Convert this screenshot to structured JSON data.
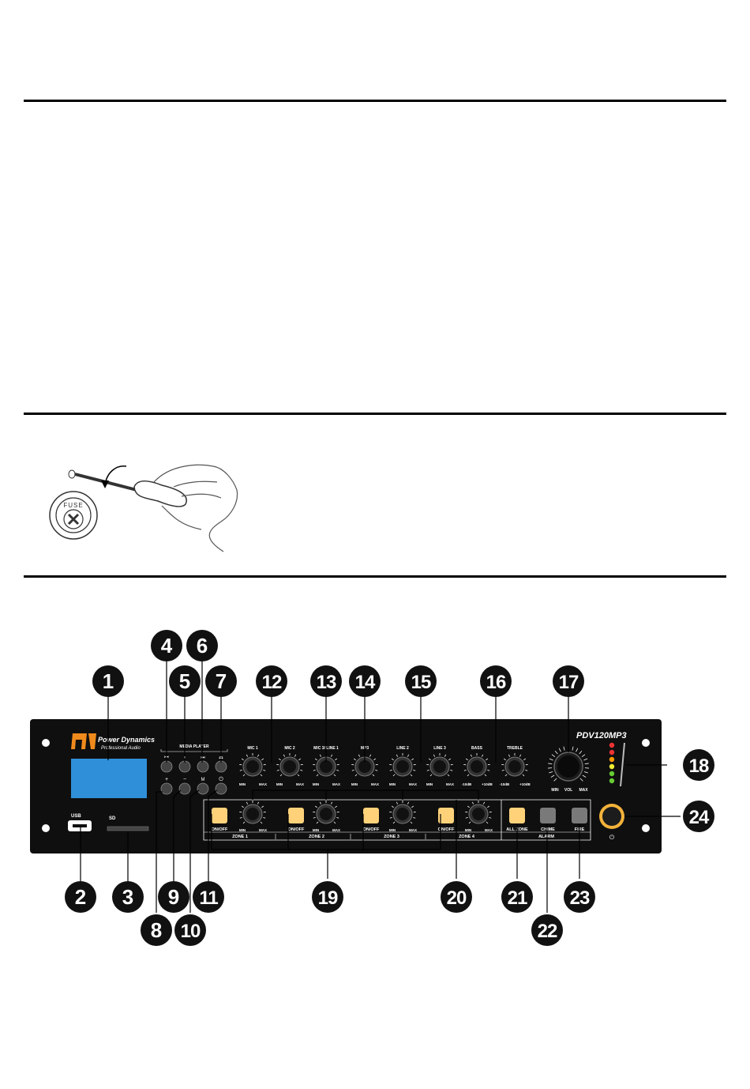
{
  "panel": {
    "brand_line1": "Power Dynamics",
    "brand_line2": "Professional Audio",
    "model": "PDV120MP3",
    "usb_label": "USB",
    "sd_label": "SD",
    "player_label": "MEDIA PLAYER",
    "vol_label": "VOL",
    "power_symbol": "⏻"
  },
  "fuse": {
    "label": "FUSE"
  },
  "knobs": [
    {
      "label": "MIC 1"
    },
    {
      "label": "MIC 2"
    },
    {
      "label": "MIC 3/ LINE 1"
    },
    {
      "label": "MP3"
    },
    {
      "label": "LINE 2"
    },
    {
      "label": "LINE 3"
    },
    {
      "label": "BASS"
    },
    {
      "label": "TREBLE"
    }
  ],
  "knob_scale": {
    "min": "MIN",
    "max": "MAX",
    "db_min": "-10dB",
    "db_max": "+10dB"
  },
  "zones": [
    {
      "button": "ON/OFF",
      "name": "ZONE 1"
    },
    {
      "button": "ON/OFF",
      "name": "ZONE 2"
    },
    {
      "button": "ON/OFF",
      "name": "ZONE 3"
    },
    {
      "button": "ON/OFF",
      "name": "ZONE 4"
    }
  ],
  "alarm": {
    "all_zone": "ALL ZONE",
    "chime": "CHIME",
    "fire": "FIRE",
    "group": "ALARM"
  },
  "player_buttons_top": [
    "⏮",
    "⏸",
    "⏭",
    "⏏"
  ],
  "player_buttons_bottom": [
    "+",
    "−",
    "M",
    "⏻"
  ],
  "callouts": [
    "1",
    "2",
    "3",
    "4",
    "5",
    "6",
    "7",
    "8",
    "9",
    "10",
    "11",
    "12",
    "13",
    "14",
    "15",
    "16",
    "17",
    "18",
    "19",
    "20",
    "21",
    "22",
    "23",
    "24"
  ],
  "colors": {
    "lcd": "#2f8fd8",
    "zone_button": "#ffd27a",
    "alarm_button": "#7a7a7a",
    "power_ring": "#f2b23a"
  }
}
